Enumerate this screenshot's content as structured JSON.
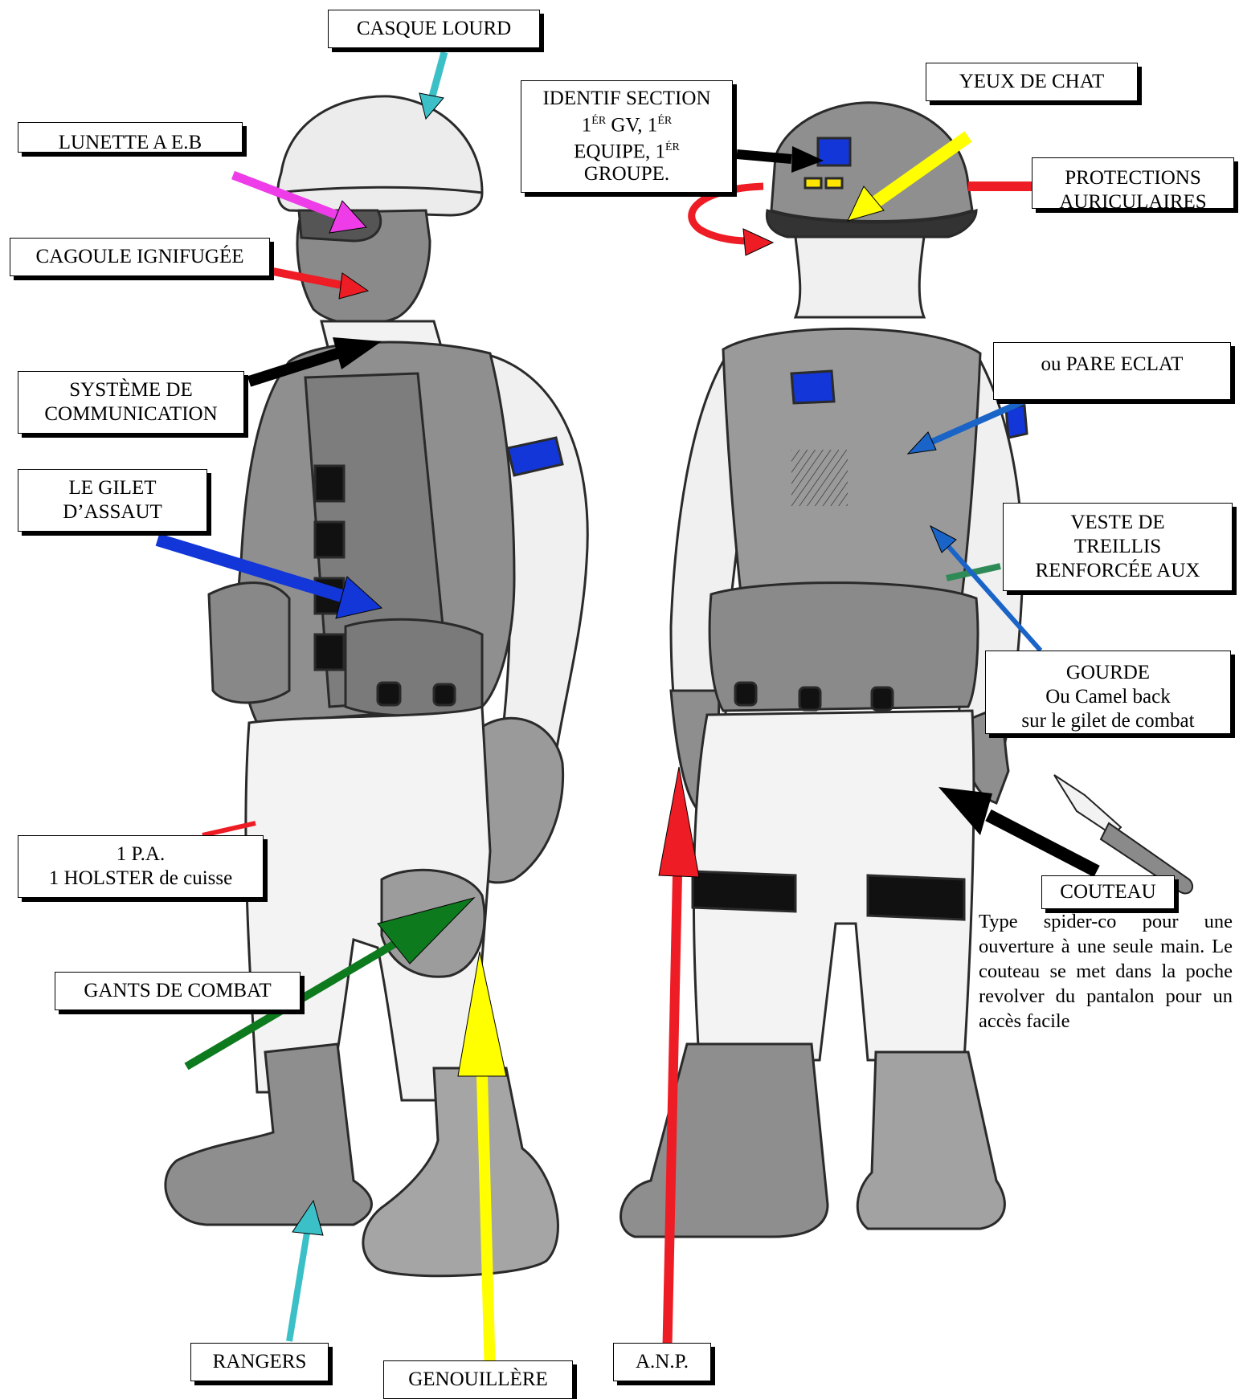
{
  "labels": {
    "casque_lourd": "CASQUE LOURD",
    "lunette": "LUNETTE A E.B",
    "cagoule": "CAGOULE IGNIFUGÉE",
    "systeme_1": "SYSTÈME DE",
    "systeme_2": "COMMUNICATION",
    "gilet_1": "LE GILET",
    "gilet_2": "D’ASSAUT",
    "pa_1": "1 P.A.",
    "pa_2": "1 HOLSTER de cuisse",
    "gants": "GANTS DE COMBAT",
    "rangers": "RANGERS",
    "genouillere": "GENOUILLÈRE",
    "anp": "A.N.P.",
    "identif_1": "IDENTIF SECTION",
    "identif_2a": "1",
    "identif_2b": "ÉR",
    "identif_2c": " GV, 1",
    "identif_2d": "ÉR",
    "identif_3a": "EQUIPE, 1",
    "identif_3b": "ÉR",
    "identif_4": "GROUPE.",
    "yeux": "YEUX DE CHAT",
    "protections_1": "PROTECTIONS",
    "protections_2": "AURICULAIRES",
    "pare_eclat": "ou PARE ECLAT",
    "veste_1": "VESTE DE",
    "veste_2": "TREILLIS",
    "veste_3": "RENFORCÉE AUX",
    "gourde_1": "GOURDE",
    "gourde_2": "Ou Camel back",
    "gourde_3": "sur le gilet de combat",
    "couteau": "COUTEAU",
    "couteau_desc": "Type spider-co pour une ouverture à une seule main. Le couteau se met dans la poche revolver du pantalon pour un accès facile"
  },
  "colors": {
    "cyan": "#3cc0c8",
    "magenta": "#ee3ce8",
    "red": "#ee1c24",
    "black": "#000000",
    "blue": "#1236d8",
    "green": "#0e7a1e",
    "yellow": "#ffff00",
    "steel_blue": "#1a64c8",
    "sea_green": "#2e8b57"
  }
}
